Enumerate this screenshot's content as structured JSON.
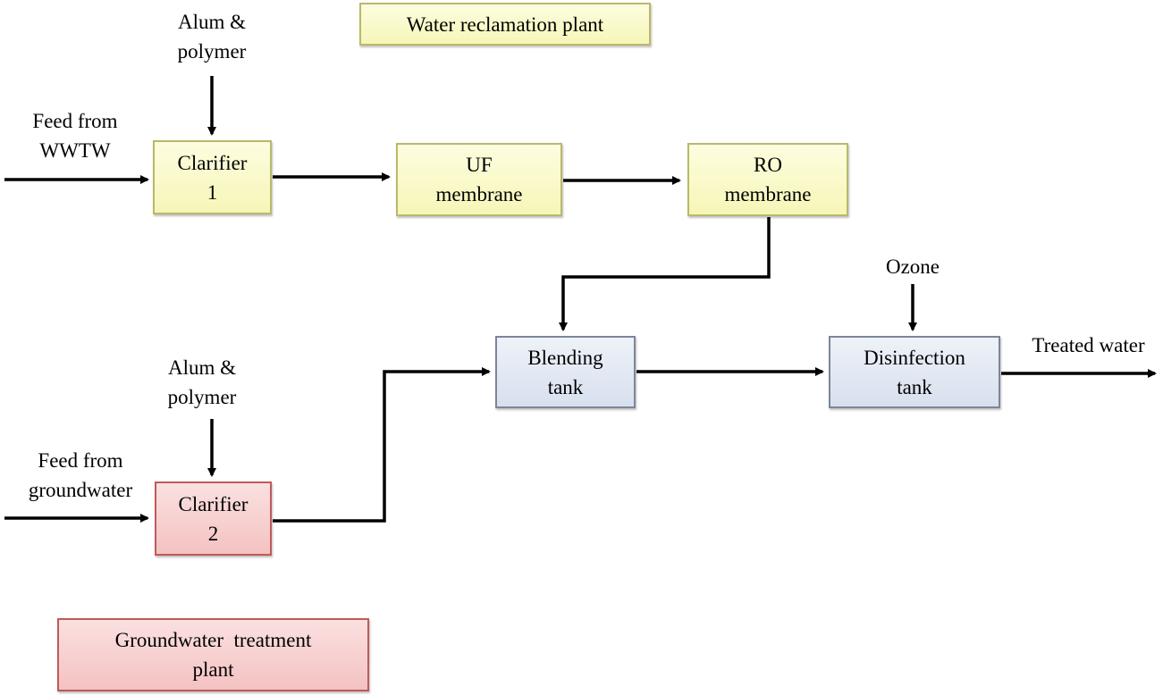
{
  "legend": {
    "water_reclamation": "Water reclamation plant",
    "groundwater_line1": "Groundwater  treatment",
    "groundwater_line2": "plant"
  },
  "nodes": {
    "clarifier1": {
      "line1": "Clarifier",
      "line2": "1"
    },
    "uf": {
      "line1": "UF",
      "line2": "membrane"
    },
    "ro": {
      "line1": "RO",
      "line2": "membrane"
    },
    "blending": {
      "line1": "Blending",
      "line2": "tank"
    },
    "disinfection": {
      "line1": "Disinfection",
      "line2": "tank"
    },
    "clarifier2": {
      "line1": "Clarifier",
      "line2": "2"
    }
  },
  "inputs": {
    "alum1": {
      "line1": "Alum &",
      "line2": "polymer"
    },
    "feed_wwtw": {
      "line1": "Feed from",
      "line2": "WWTW"
    },
    "alum2": {
      "line1": "Alum &",
      "line2": "polymer"
    },
    "feed_groundwater": {
      "line1": "Feed from",
      "line2": "groundwater"
    },
    "ozone": "Ozone",
    "treated_water": "Treated water"
  },
  "colors": {
    "water_reclamation": "#f6f6b8",
    "blending": "#d8e0ee",
    "groundwater": "#f4c2c2",
    "arrows": "#000000"
  }
}
